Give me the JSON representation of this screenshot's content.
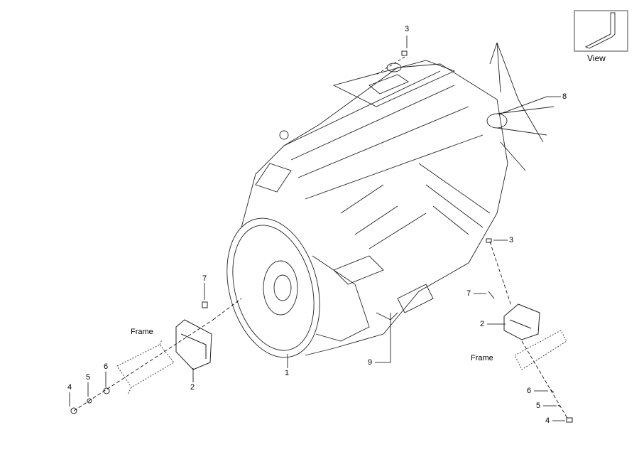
{
  "view_label": "View",
  "callouts": {
    "c3_top": "3",
    "c8": "8",
    "c3_right": "3",
    "c7_left": "7",
    "c7_right": "7",
    "c2_right": "2",
    "c2_left": "2",
    "c1": "1",
    "c9": "9",
    "c4_left": "4",
    "c5_left": "5",
    "c6_left": "6",
    "c6_right": "6",
    "c5_right": "5",
    "c4_right": "4"
  },
  "frame_left": "Frame",
  "frame_right": "Frame"
}
